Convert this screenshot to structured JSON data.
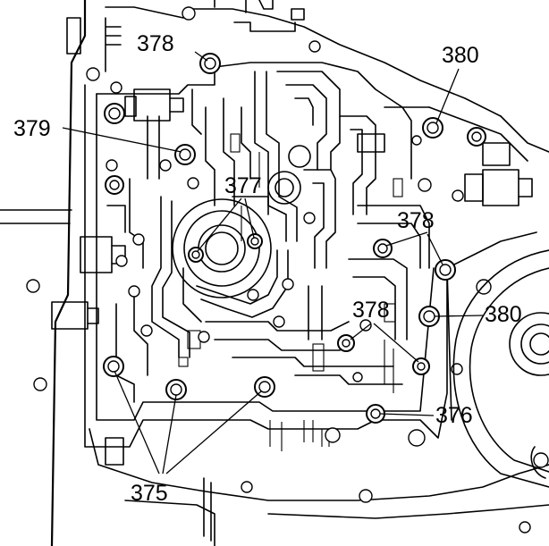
{
  "callouts": {
    "c375": "375",
    "c376": "376",
    "c377": "377",
    "c378_top": "378",
    "c378_mid": "378",
    "c378_low": "378",
    "c379": "379",
    "c380_top": "380",
    "c380_right": "380"
  }
}
